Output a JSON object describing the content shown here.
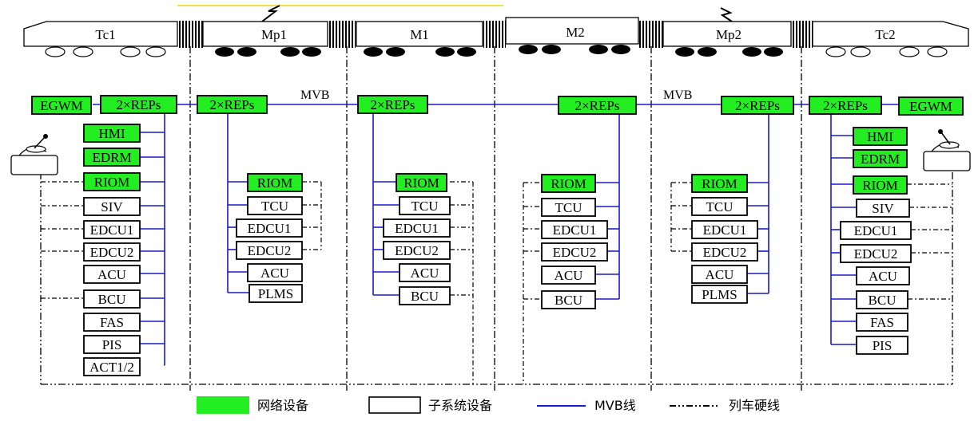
{
  "colors": {
    "network_fill": "#22ee22",
    "subsystem_fill": "#ffffff",
    "mvb_line": "#1a1acc",
    "hardwire": "#000000",
    "catenary": "#f2e24a",
    "car_body": "#ffffff"
  },
  "cars": [
    {
      "id": "car-tc1",
      "label": "Tc1"
    },
    {
      "id": "car-mp1",
      "label": "Mp1"
    },
    {
      "id": "car-m1",
      "label": "M1"
    },
    {
      "id": "car-m2",
      "label": "M2"
    },
    {
      "id": "car-mp2",
      "label": "Mp2"
    },
    {
      "id": "car-tc2",
      "label": "Tc2"
    }
  ],
  "mvb_labels": [
    "MVB",
    "MVB"
  ],
  "devices": {
    "tc1": {
      "gateway": "EGWM",
      "rep": "2×REPs",
      "network": [
        "HMI",
        "EDRM",
        "RIOM"
      ],
      "subsystems": [
        "SIV",
        "EDCU1",
        "EDCU2",
        "ACU",
        "BCU",
        "FAS",
        "PIS",
        "ACT1/2"
      ]
    },
    "mp1": {
      "rep": "2×REPs",
      "network": [
        "RIOM"
      ],
      "subsystems": [
        "TCU",
        "EDCU1",
        "EDCU2",
        "ACU",
        "PLMS"
      ]
    },
    "m1": {
      "rep": "2×REPs",
      "network": [
        "RIOM"
      ],
      "subsystems": [
        "TCU",
        "EDCU1",
        "EDCU2",
        "ACU",
        "BCU"
      ]
    },
    "m2": {
      "rep": "2×REPs",
      "network": [
        "RIOM"
      ],
      "subsystems": [
        "TCU",
        "EDCU1",
        "EDCU2",
        "ACU",
        "BCU"
      ]
    },
    "mp2": {
      "rep": "2×REPs",
      "network": [
        "RIOM"
      ],
      "subsystems": [
        "TCU",
        "EDCU1",
        "EDCU2",
        "ACU",
        "PLMS"
      ]
    },
    "tc2": {
      "gateway": "EGWM",
      "rep": "2×REPs",
      "network": [
        "HMI",
        "EDRM",
        "RIOM"
      ],
      "subsystems": [
        "SIV",
        "EDCU1",
        "EDCU2",
        "ACU",
        "BCU",
        "FAS",
        "PIS"
      ]
    }
  },
  "legend": {
    "network": "网络设备",
    "subsystem": "子系统设备",
    "mvb": "MVB线",
    "hardwire": "列车硬线"
  }
}
